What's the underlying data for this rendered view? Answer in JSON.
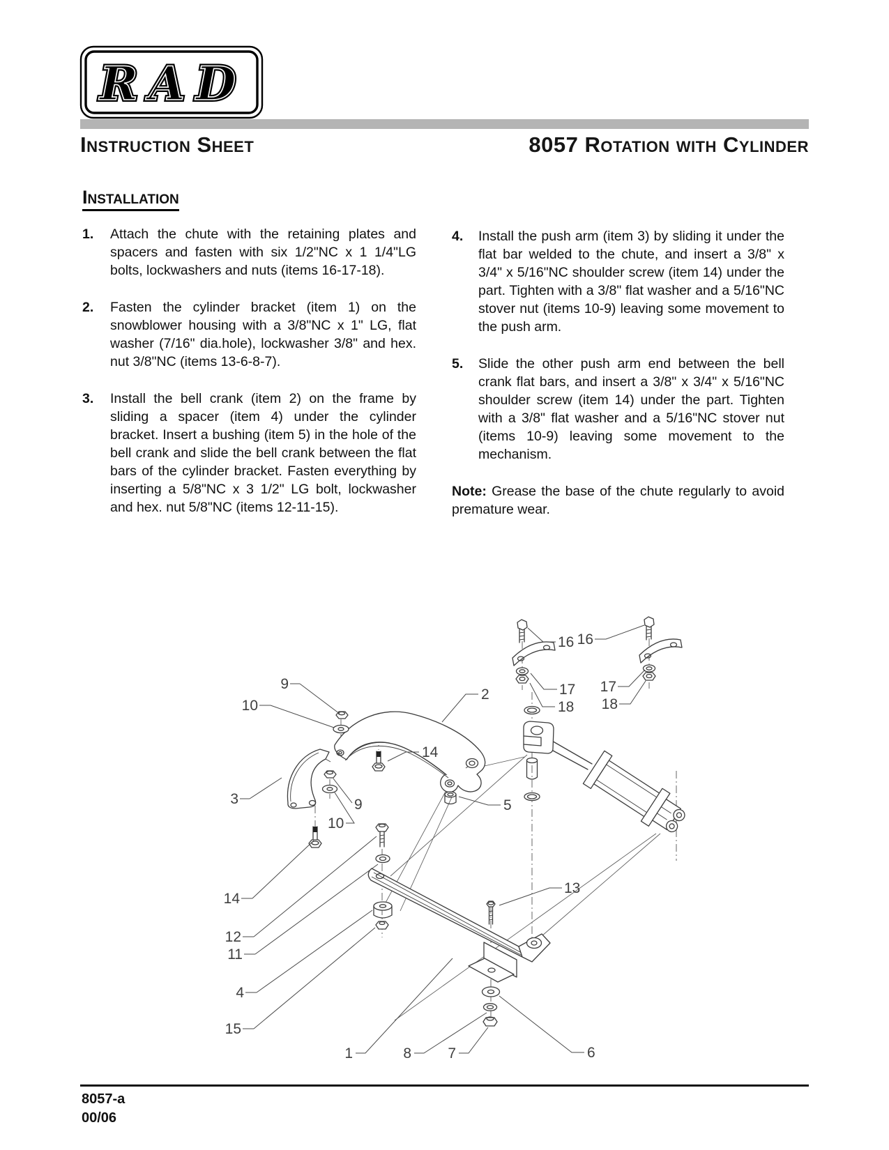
{
  "header": {
    "logo_text": "RAD",
    "sheet_label": "Instruction Sheet",
    "sheet_title": "8057 Rotation with Cylinder"
  },
  "installation": {
    "heading": "Installation",
    "steps_left": [
      {
        "num": "1.",
        "text": "Attach the chute with the retaining plates and spacers and fasten with six 1/2\"NC x 1 1/4\"LG bolts, lockwashers and nuts (items 16-17-18)."
      },
      {
        "num": "2.",
        "text": "Fasten the cylinder bracket (item 1) on the snowblower housing with a 3/8\"NC x 1\" LG, flat washer (7/16\" dia.hole), lockwasher 3/8\" and hex. nut 3/8\"NC (items 13-6-8-7)."
      },
      {
        "num": "3.",
        "text": "Install the bell crank (item 2) on the frame by sliding a spacer (item 4) under the cylinder bracket. Insert a bushing (item 5) in the hole of the bell crank and slide the bell crank between the flat bars of the cylinder bracket.  Fasten everything by inserting a 5/8\"NC x 3 1/2\" LG bolt, lockwasher and hex. nut 5/8\"NC (items 12-11-15)."
      }
    ],
    "steps_right": [
      {
        "num": "4.",
        "text": "Install the push arm (item 3) by sliding it under the flat bar welded to the chute, and insert a 3/8\" x 3/4\" x 5/16\"NC shoulder screw (item 14) under the part. Tighten with a 3/8\" flat washer and a 5/16\"NC stover nut (items 10-9) leaving some movement to the push arm."
      },
      {
        "num": "5.",
        "text": "Slide the other push arm end between the bell crank flat bars, and insert a 3/8\" x 3/4\" x 5/16\"NC shoulder screw (item 14) under the part. Tighten with a 3/8\" flat washer and a 5/16\"NC stover nut (items 10-9) leaving some movement to the mechanism."
      }
    ],
    "note_label": "Note:",
    "note_text": "Grease the base of the chute regularly to avoid premature wear."
  },
  "diagram": {
    "description": "Exploded parts view of the 8057 rotation with cylinder assembly",
    "labels": {
      "n1": "1",
      "n2": "2",
      "n3": "3",
      "n4": "4",
      "n5": "5",
      "n6": "6",
      "n7": "7",
      "n8": "8",
      "n9": "9",
      "n10": "10",
      "n11": "11",
      "n12": "12",
      "n13": "13",
      "n14": "14",
      "n15": "15",
      "n16": "16",
      "n17": "17",
      "n18": "18"
    }
  },
  "footer": {
    "doc_code": "8057-a",
    "revision_date": "00/06"
  },
  "colors": {
    "header_bar": "#b4b4b4"
  }
}
